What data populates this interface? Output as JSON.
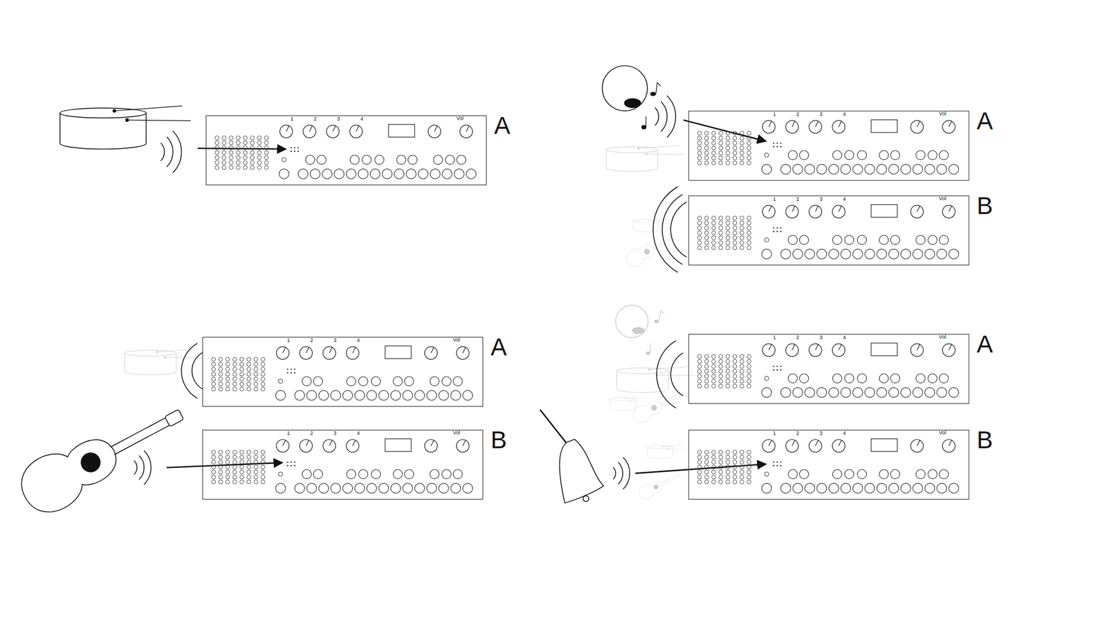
{
  "diagram": {
    "nodes": [
      {
        "text": [
          "A",
          "1",
          "2",
          "3",
          "4",
          "Vol"
        ]
      },
      {
        "text": [
          "A",
          "1",
          "2",
          "3",
          "4",
          "Vol"
        ]
      },
      {
        "text": [
          "B",
          "1",
          "2",
          "3",
          "4",
          "Vol"
        ]
      },
      {
        "text": [
          "A",
          "1",
          "2",
          "3",
          "4",
          "Vol"
        ]
      },
      {
        "text": [
          "B",
          "1",
          "2",
          "3",
          "4",
          "Vol"
        ]
      },
      {
        "text": [
          "A",
          "1",
          "2",
          "3",
          "4",
          "Vol"
        ]
      },
      {
        "text": [
          "B",
          "1",
          "2",
          "3",
          "4",
          "Vol"
        ]
      }
    ]
  }
}
